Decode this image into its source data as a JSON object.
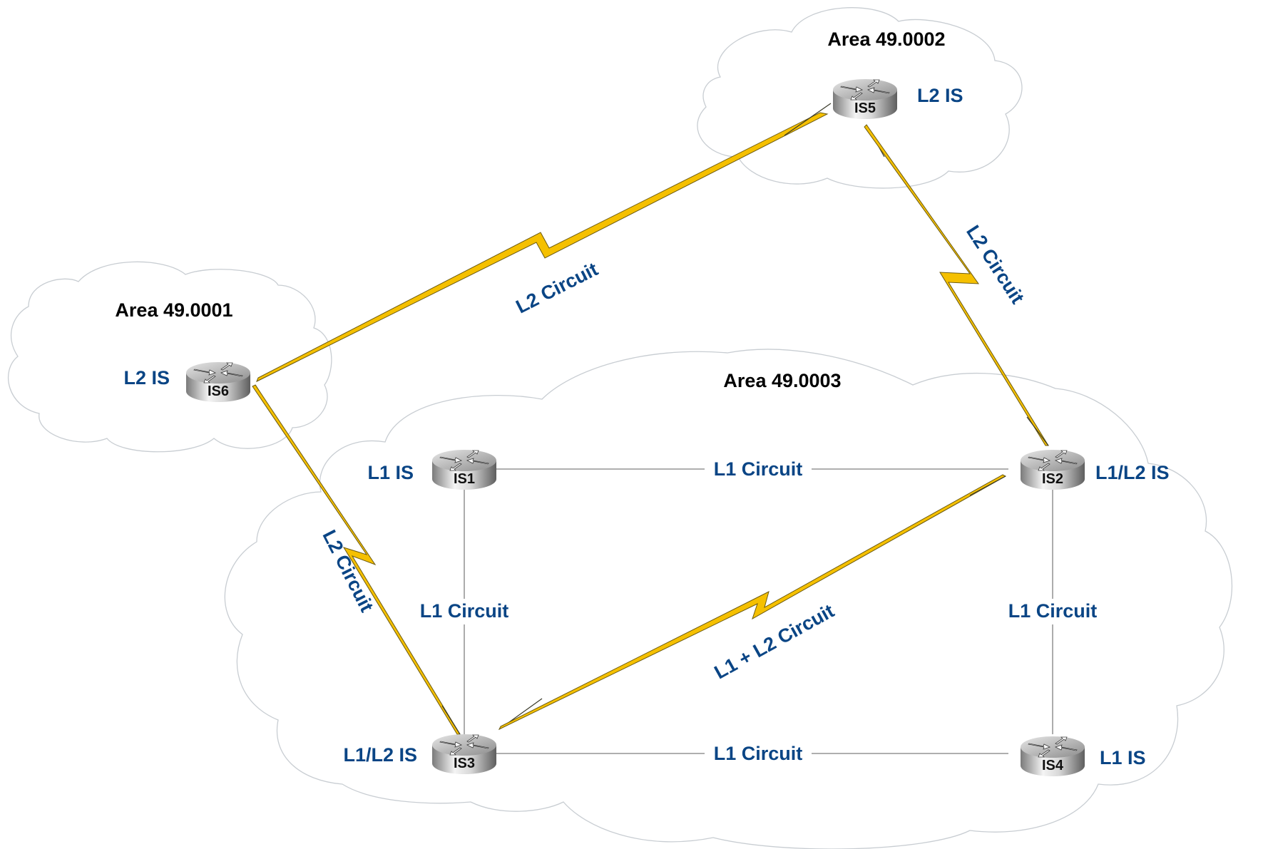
{
  "diagram": {
    "title": "IS-IS multi-area topology",
    "colors": {
      "role_text": "#0a4585",
      "area_text": "#000000",
      "l2_link": "#f5c000",
      "l1_link": "#7f7f7f",
      "cloud_outline": "#c8cdd2"
    },
    "areas": [
      {
        "id": "a1",
        "label": "Area 49.0001"
      },
      {
        "id": "a2",
        "label": "Area 49.0002"
      },
      {
        "id": "a3",
        "label": "Area 49.0003"
      }
    ],
    "routers": [
      {
        "id": "IS1",
        "name": "IS1",
        "role": "L1 IS",
        "area": "Area 49.0003",
        "icon": "router-icon"
      },
      {
        "id": "IS2",
        "name": "IS2",
        "role": "L1/L2 IS",
        "area": "Area 49.0003",
        "icon": "router-icon"
      },
      {
        "id": "IS3",
        "name": "IS3",
        "role": "L1/L2 IS",
        "area": "Area 49.0003",
        "icon": "router-icon"
      },
      {
        "id": "IS4",
        "name": "IS4",
        "role": "L1 IS",
        "area": "Area 49.0003",
        "icon": "router-icon"
      },
      {
        "id": "IS5",
        "name": "IS5",
        "role": "L2 IS",
        "area": "Area 49.0002",
        "icon": "router-icon"
      },
      {
        "id": "IS6",
        "name": "IS6",
        "role": "L2 IS",
        "area": "Area 49.0001",
        "icon": "router-icon"
      }
    ],
    "links": [
      {
        "id": "IS6-IS5",
        "from": "IS6",
        "to": "IS5",
        "type": "serial",
        "label": "L2 Circuit"
      },
      {
        "id": "IS5-IS2",
        "from": "IS5",
        "to": "IS2",
        "type": "serial",
        "label": "L2 Circuit"
      },
      {
        "id": "IS6-IS3",
        "from": "IS6",
        "to": "IS3",
        "type": "serial",
        "label": "L2 Circuit"
      },
      {
        "id": "IS3-IS2",
        "from": "IS3",
        "to": "IS2",
        "type": "serial",
        "label": "L1 + L2 Circuit"
      },
      {
        "id": "IS1-IS2",
        "from": "IS1",
        "to": "IS2",
        "type": "ethernet",
        "label": "L1 Circuit"
      },
      {
        "id": "IS1-IS3",
        "from": "IS1",
        "to": "IS3",
        "type": "ethernet",
        "label": "L1 Circuit"
      },
      {
        "id": "IS2-IS4",
        "from": "IS2",
        "to": "IS4",
        "type": "ethernet",
        "label": "L1 Circuit"
      },
      {
        "id": "IS3-IS4",
        "from": "IS3",
        "to": "IS4",
        "type": "ethernet",
        "label": "L1 Circuit"
      }
    ]
  }
}
